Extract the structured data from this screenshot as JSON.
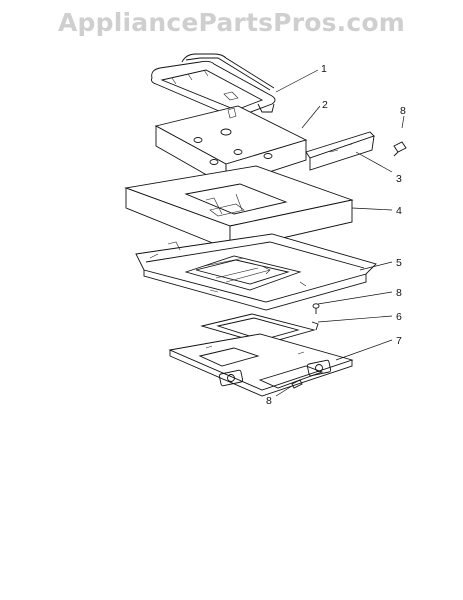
{
  "watermark": "AppliancePartsPros.com",
  "callouts": [
    {
      "id": "c1",
      "num": "1"
    },
    {
      "id": "c2",
      "num": "2"
    },
    {
      "id": "c3",
      "num": "3"
    },
    {
      "id": "c4",
      "num": "4"
    },
    {
      "id": "c5",
      "num": "5"
    },
    {
      "id": "c6",
      "num": "6"
    },
    {
      "id": "c7",
      "num": "7"
    },
    {
      "id": "c8a",
      "num": "8"
    },
    {
      "id": "c8b",
      "num": "8"
    },
    {
      "id": "c8c",
      "num": "8"
    }
  ],
  "colors": {
    "watermark": "#cfcfcf",
    "line": "#111111"
  }
}
